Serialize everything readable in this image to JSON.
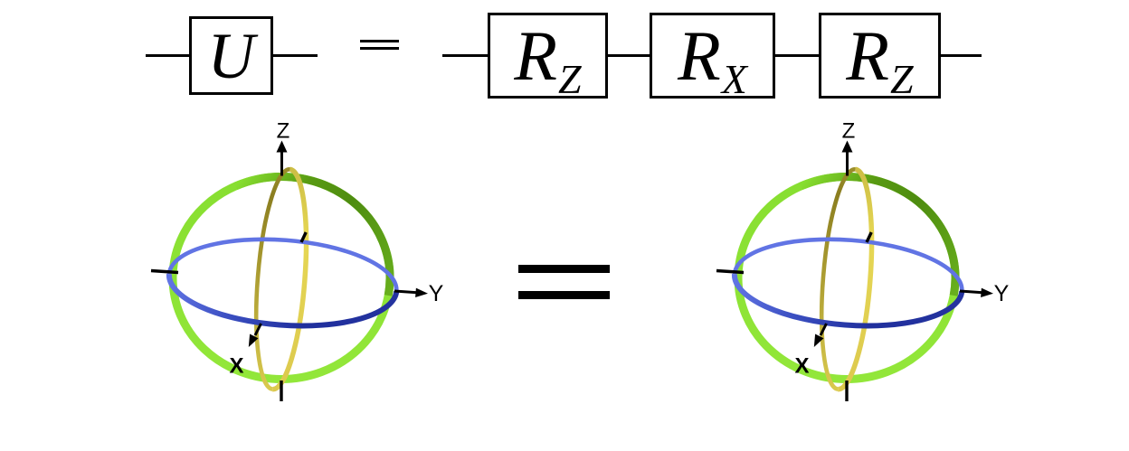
{
  "figure": {
    "background": "#FFFFFF",
    "circuit": {
      "wire_color": "#000000",
      "lhs_gate_label": "U",
      "equals_symbol": "=",
      "gates": [
        {
          "base": "R",
          "sub": "Z"
        },
        {
          "base": "R",
          "sub": "X"
        },
        {
          "base": "R",
          "sub": "Z"
        }
      ]
    },
    "equivalence_equals_symbol": "=",
    "bloch": {
      "instances": [
        "left",
        "right"
      ],
      "axis_labels": {
        "x": "X",
        "y": "Y",
        "z": "Z"
      },
      "colors": {
        "outer_ring_light_green": "#87DE30",
        "outer_ring_dark_green": "#4E8C10",
        "equator_back_blue": "#6174E4",
        "equator_front_navy": "#202F9D",
        "meridian_front_yellow": "#E6D754",
        "meridian_back_olive": "#8B7E20",
        "axis_color": "#000000"
      }
    }
  }
}
